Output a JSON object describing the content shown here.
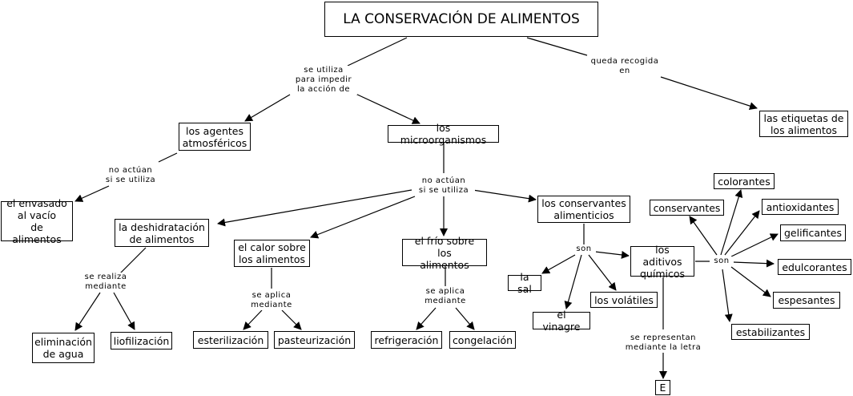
{
  "title": "LA CONSERVACIÓN DE ALIMENTOS",
  "nodes": {
    "agentes": "los agentes\natmosféricos",
    "micro": "los microorganismos",
    "etiquetas": "las etiquetas de\nlos alimentos",
    "envasado": "el envasado\nal vacío\nde alimentos",
    "deshidratacion": "la deshidratación\nde alimentos",
    "calor": "el calor sobre\nlos alimentos",
    "frio": "el frío sobre los\nalimentos",
    "conservantes_alim": "los conservantes\nalimenticios",
    "eliminacion": "eliminación\nde agua",
    "liofilizacion": "liofilización",
    "esterilizacion": "esterilización",
    "pasteurizacion": "pasteurización",
    "refrigeracion": "refrigeración",
    "congelacion": "congelación",
    "sal": "la sal",
    "vinagre": "el vinagre",
    "volatiles": "los volátiles",
    "aditivos": "los aditivos\nquímicos",
    "e": "E",
    "conservantes": "conservantes",
    "colorantes": "colorantes",
    "antioxidantes": "antioxidantes",
    "gelificantes": "gelificantes",
    "edulcorantes": "edulcorantes",
    "espesantes": "espesantes",
    "estabilizantes": "estabilizantes"
  },
  "links": {
    "impedir": "se utiliza\npara impedir\nla acción de",
    "recogida": "queda recogida\nen",
    "no_actuan_1": "no actúan\nsi se utiliza",
    "no_actuan_2": "no actúan\nsi se utiliza",
    "realiza": "se realiza\nmediante",
    "aplica_1": "se aplica\nmediante",
    "aplica_2": "se aplica\nmediante",
    "son_1": "son",
    "son_2": "son",
    "representan": "se representan\nmediante la letra"
  }
}
